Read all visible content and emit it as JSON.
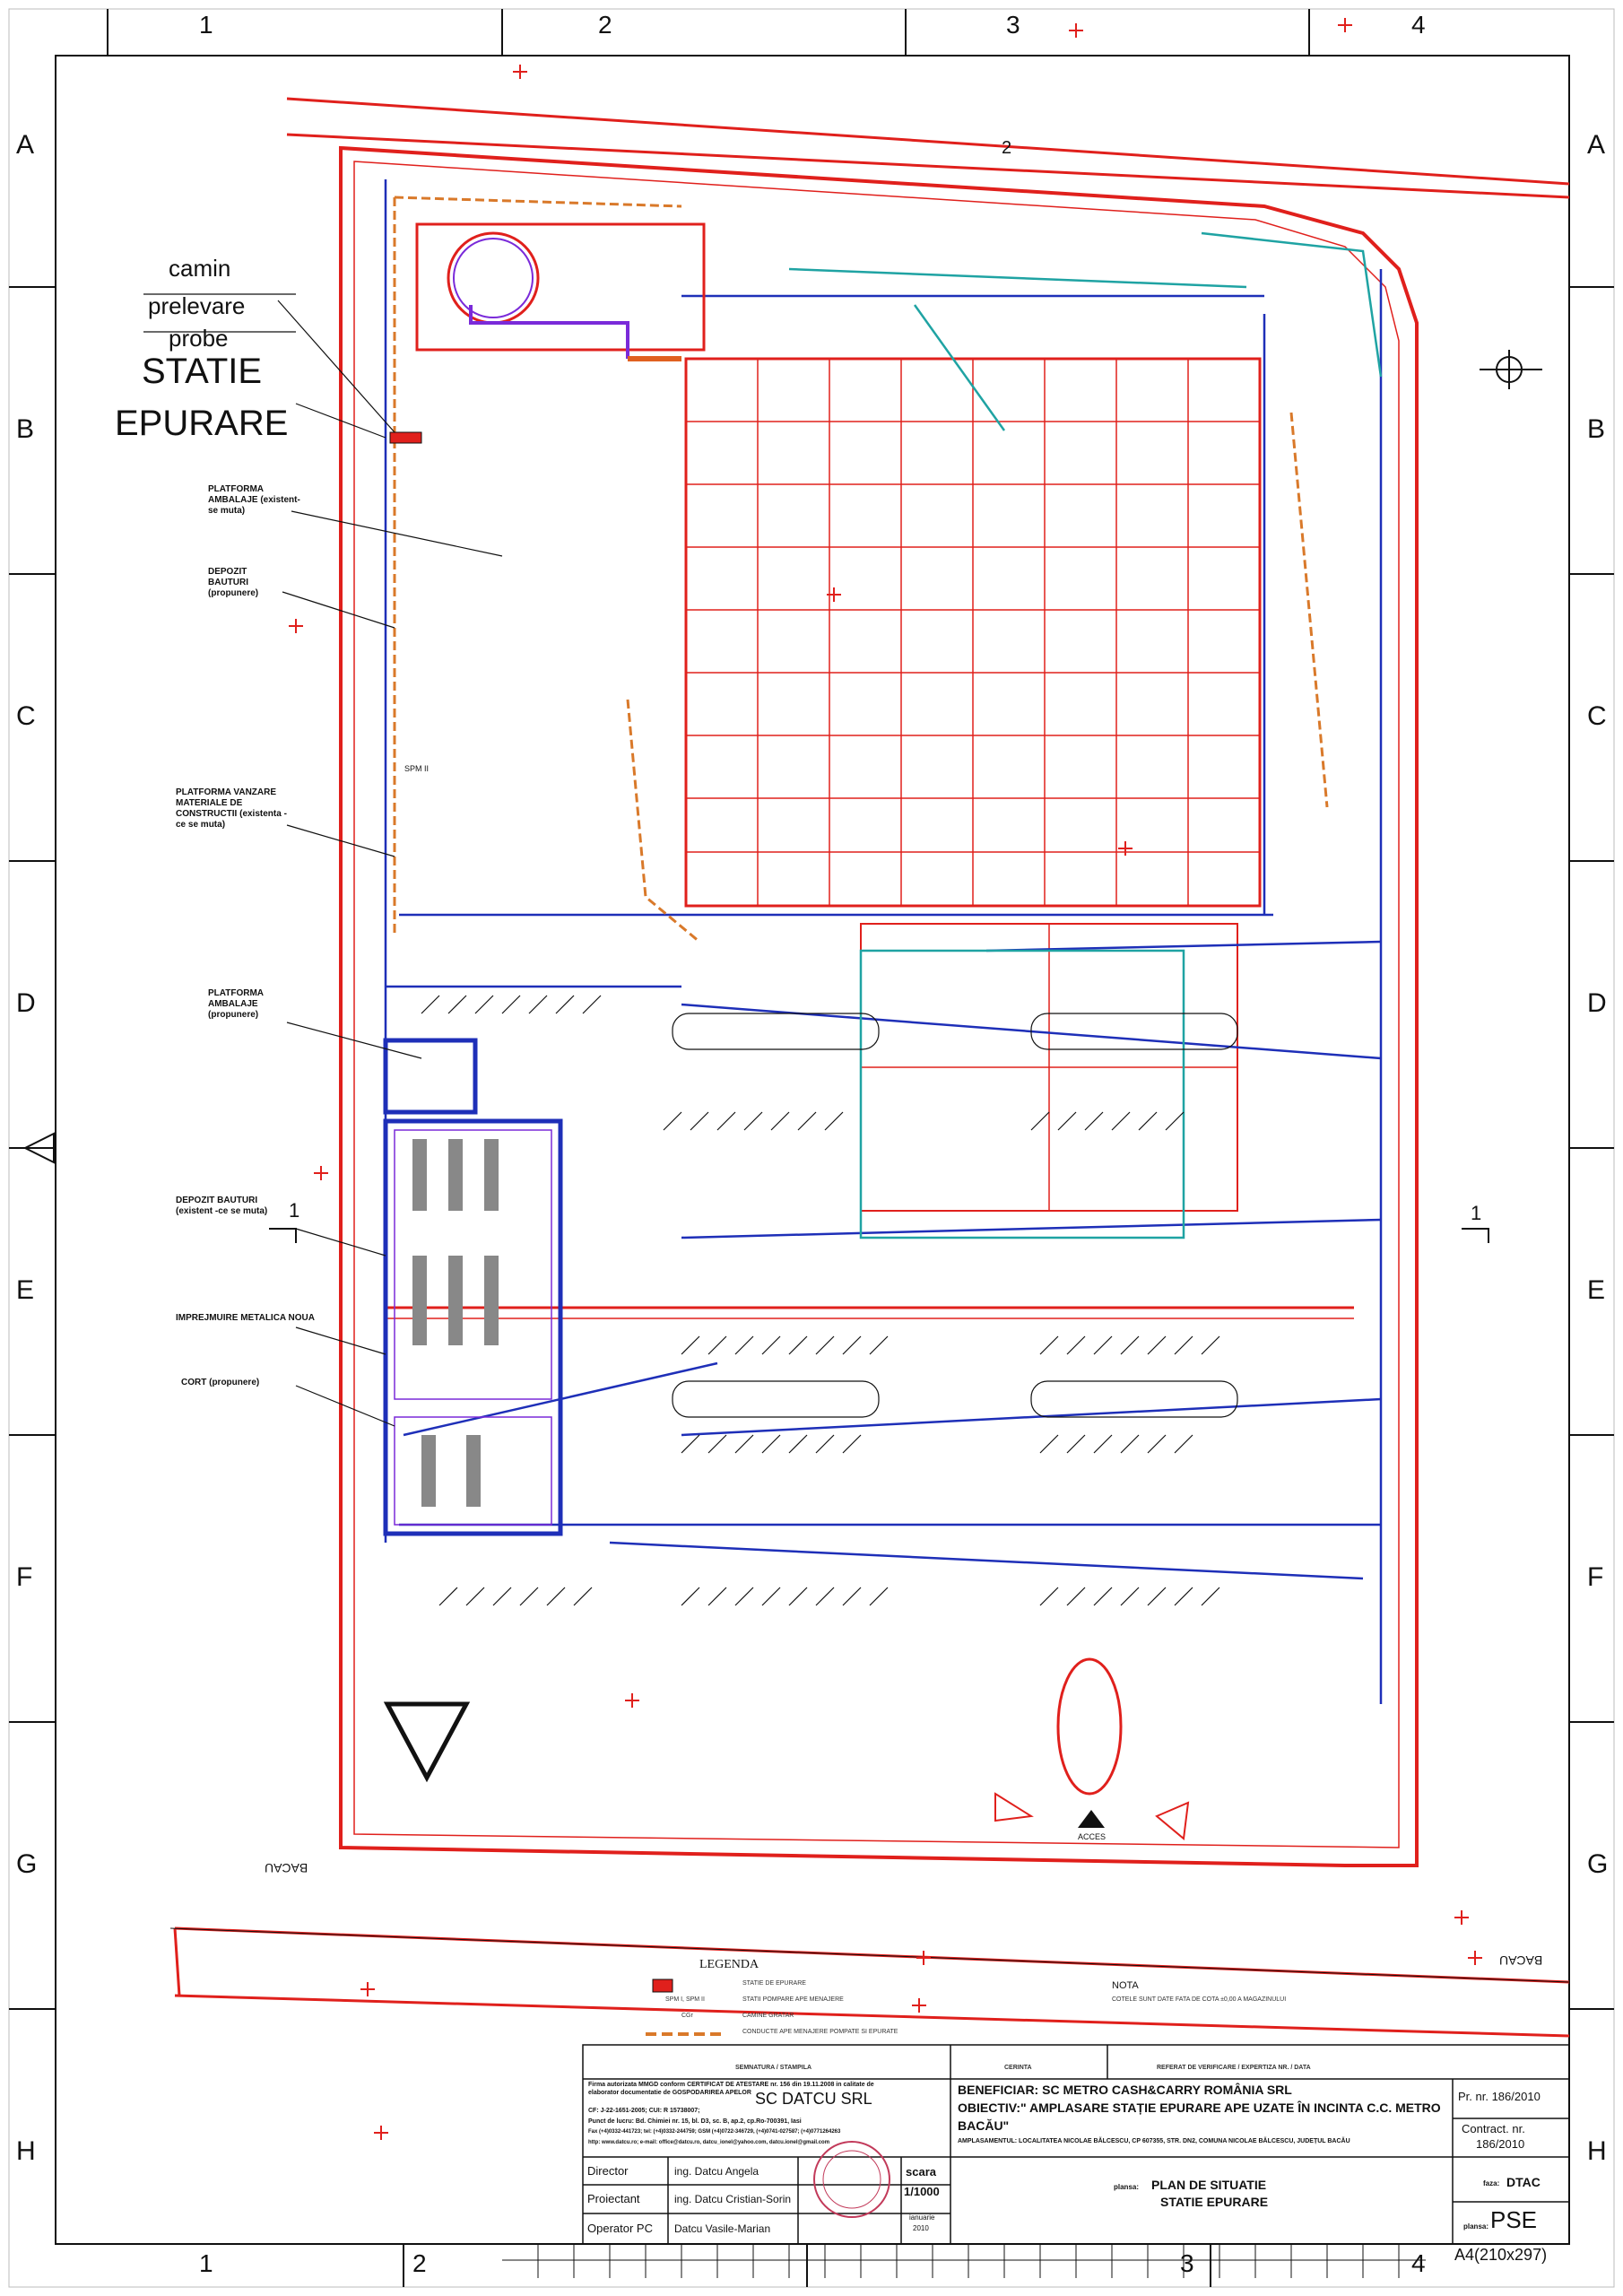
{
  "grid": {
    "columns": [
      "1",
      "2",
      "3",
      "4"
    ],
    "rows": [
      "A",
      "B",
      "C",
      "D",
      "E",
      "F",
      "G",
      "H"
    ]
  },
  "callouts": {
    "camin_1": "camin",
    "camin_2": "prelevare",
    "camin_3": "probe",
    "statie_1": "STATIE",
    "statie_2": "EPURARE",
    "platforma_ambalaje_1": "PLATFORMA AMBALAJE (existent-se muta)",
    "depozit_bauturi_prop": "DEPOZIT BAUTURI (propunere)",
    "platforma_vanzare": "PLATFORMA VANZARE MATERIALE DE CONSTRUCTII (existenta -ce se muta)",
    "platforma_ambalaje_2": "PLATFORMA AMBALAJE (propunere)",
    "depozit_bauturi_exist": "DEPOZIT BAUTURI (existent -ce se muta)",
    "imprejmuire": "IMPREJMUIRE METALICA NOUA",
    "cort": "CORT (propunere)"
  },
  "plan_labels": {
    "street_top": "2",
    "section_mark": "1",
    "bacau_left": "BACAU",
    "bacau_right": "BACAU",
    "access": "ACCES",
    "spm": "SPM II"
  },
  "legend": {
    "title": "LEGENDA",
    "items": [
      {
        "symbol": "",
        "text": "STATIE DE EPURARE"
      },
      {
        "symbol": "SPM I, SPM II",
        "text": "STATII POMPARE APE MENAJERE"
      },
      {
        "symbol": "CGr",
        "text": "CAMINE GRATAR"
      },
      {
        "symbol": "",
        "text": "CONDUCTE APE MENAJERE POMPATE SI EPURATE"
      }
    ],
    "nota_title": "NOTA",
    "nota_text": "COTELE SUNT DATE FATA DE COTA ±0,00 A MAGAZINULUI"
  },
  "title_block": {
    "hdr_semnatura": "SEMNATURA / STAMPILA",
    "hdr_cerinta": "CERINTA",
    "hdr_referat": "REFERAT DE VERIFICARE / EXPERTIZA NR. / DATA",
    "firm_cert": "Firma autorizata MMGD conform CERTIFICAT DE ATESTARE nr. 156 din 19.11.2008 in calitate de elaborator documentatie de GOSPODARIREA APELOR",
    "firm_name": "SC DATCU SRL",
    "firm_cf": "CF: J-22-1651-2005; CUI: R 15738007;",
    "firm_addr": "Punct de lucru: Bd. Chimiei nr. 15, bl. D3, sc. B, ap.2, cp.Ro-700391, Iasi",
    "firm_tel": "Fax (+4)0332-441723; tel: (+4)0332-244759; GSM (+4)0722-346729, (+4)0741-027587; (+4)0771264263",
    "firm_web": "http: www.datcu.ro; e-mail: office@datcu.ro, datcu_ionel@yahoo.com, datcu.ionel@gmail.com",
    "beneficiar": "BENEFICIAR: SC METRO CASH&CARRY ROMÂNIA SRL",
    "obiectiv_1": "OBIECTIV:\" AMPLASARE STAȚIE EPURARE APE UZATE ÎN INCINTA C.C. METRO",
    "obiectiv_2": "BACĂU\"",
    "amplasament": "AMPLASAMENTUL: LOCALITATEA NICOLAE BĂLCESCU, CP 607355, STR. DN2, COMUNA NICOLAE BĂLCESCU, JUDEȚUL BACĂU",
    "proj_nr": "Pr. nr. 186/2010",
    "contract_1": "Contract. nr.",
    "contract_2": "186/2010",
    "rows": [
      {
        "role": "Director",
        "name": "ing. Datcu Angela"
      },
      {
        "role": "Proiectant",
        "name": "ing. Datcu Cristian-Sorin"
      },
      {
        "role": "Operator PC",
        "name": "Datcu Vasile-Marian"
      }
    ],
    "scara_label": "scara",
    "scara_value": "1/1000",
    "date_1": "ianuarie",
    "date_2": "2010",
    "plansa_prefix": "plansa:",
    "plansa_title_1": "PLAN DE SITUATIE",
    "plansa_title_2": "STATIE EPURARE",
    "faza_label": "faza:",
    "faza_value": "DTAC",
    "plansa_label": "plansa:",
    "plansa_value": "PSE",
    "format": "A4(210x297)"
  },
  "colors": {
    "site_red": "#e0201c",
    "pipe_blue": "#1e2fb8",
    "pipe_cyan": "#1fa3a3",
    "pipe_orange": "#d9792a",
    "grid_black": "#111111",
    "violet": "#7a2ad9"
  }
}
